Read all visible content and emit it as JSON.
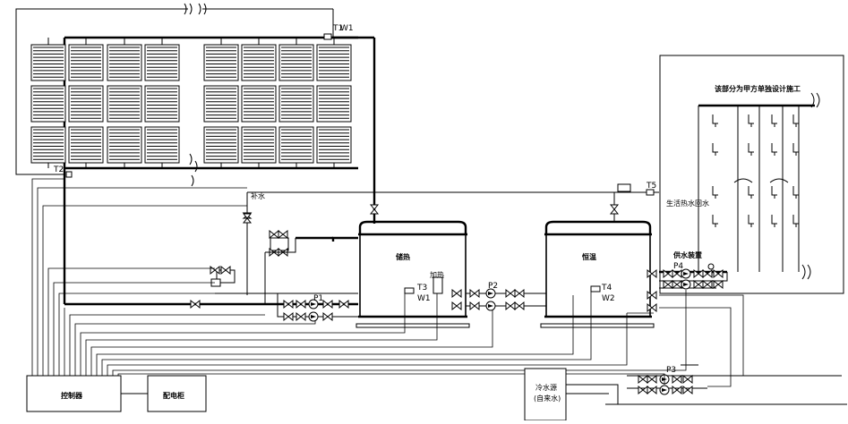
{
  "labels": {
    "t1": "T1",
    "w1_top": "W1",
    "t2": "T2",
    "t3": "T3",
    "w1_mid": "W1",
    "t4": "T4",
    "w2": "W2",
    "t5": "T5",
    "p1": "P1",
    "p2": "P2",
    "p3": "P3",
    "p4": "P4",
    "tank1": "储热",
    "tank2": "恒温",
    "aux_heater": "加热",
    "area_note": "该部分为甲方单独设计施工",
    "return_label": "生活热水回水",
    "supply_label": "供水装置",
    "top_valve": "补水",
    "controller": "控制器",
    "power_box": "配电柜",
    "source_box": "冷水源",
    "source_sub": "(自来水)"
  },
  "colors": {
    "line": "#000000",
    "background": "#ffffff"
  }
}
